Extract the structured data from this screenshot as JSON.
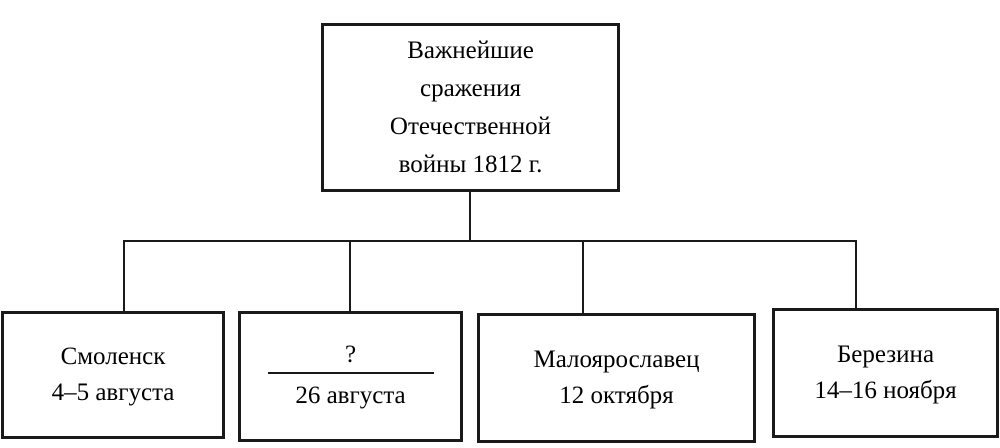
{
  "diagram": {
    "title_node": {
      "lines": [
        "Важнейшие",
        "сражения",
        "Отечественной",
        "войны 1812 г."
      ]
    },
    "children": [
      {
        "title": "Смоленск",
        "date": "4–5 августа"
      },
      {
        "title": "?",
        "date": "26 августа",
        "is_blank": true
      },
      {
        "title": "Малоярославец",
        "date": "12 октября"
      },
      {
        "title": "Березина",
        "date": "14–16 ноября"
      }
    ],
    "colors": {
      "line": "#1a1a1a",
      "text": "#000000",
      "background": "#ffffff"
    }
  }
}
